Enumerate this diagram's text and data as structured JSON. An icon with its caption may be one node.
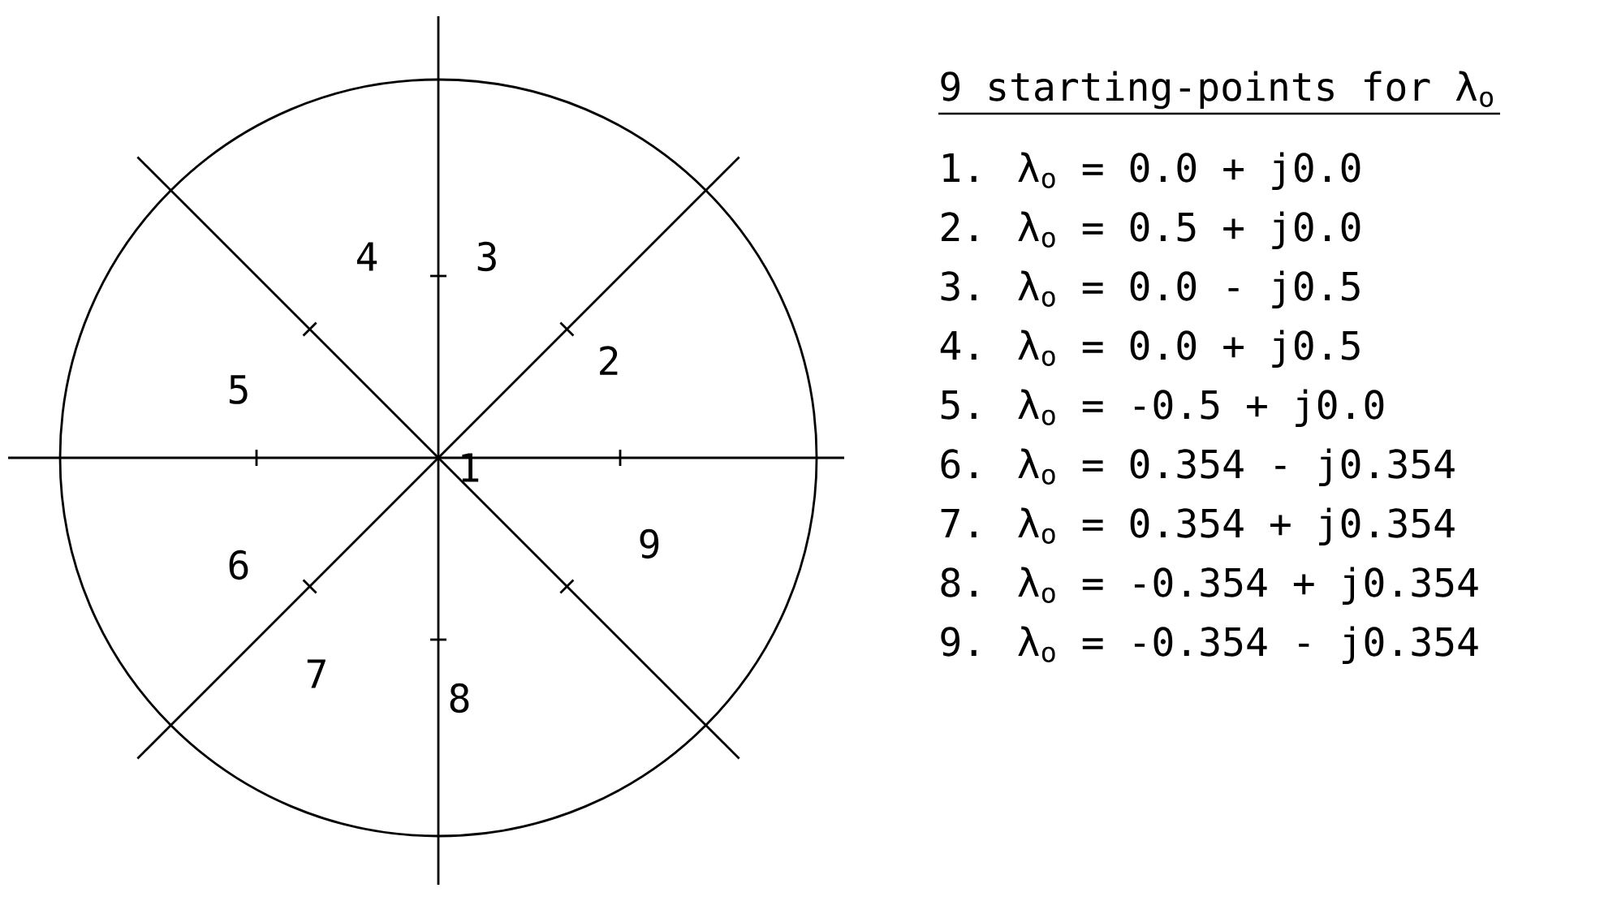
{
  "diagram": {
    "title": "9 starting-points for λ$_{o}$",
    "labels": [
      "4",
      "3",
      "2",
      "5",
      "1",
      "9",
      "6",
      "7",
      "8",
      "1. λ$_{o}$ = 0.0 + j0.0",
      "2. λ$_{o}$ = 0.5 + j0.0",
      "3. λ$_{o}$ = 0.0 - j0.5",
      "4. λ$_{o}$ = 0.0 + j0.5",
      "5. λ$_{o}$ = -0.5 + j0.0",
      "6. λ$_{o}$ = 0.354 - j0.354",
      "7. λ$_{o}$ = 0.354 + j0.354",
      "8. λ$_{o}$ = -0.354 + j0.354",
      "9. λ$_{o}$ = -0.354 - j0.354"
    ]
  }
}
